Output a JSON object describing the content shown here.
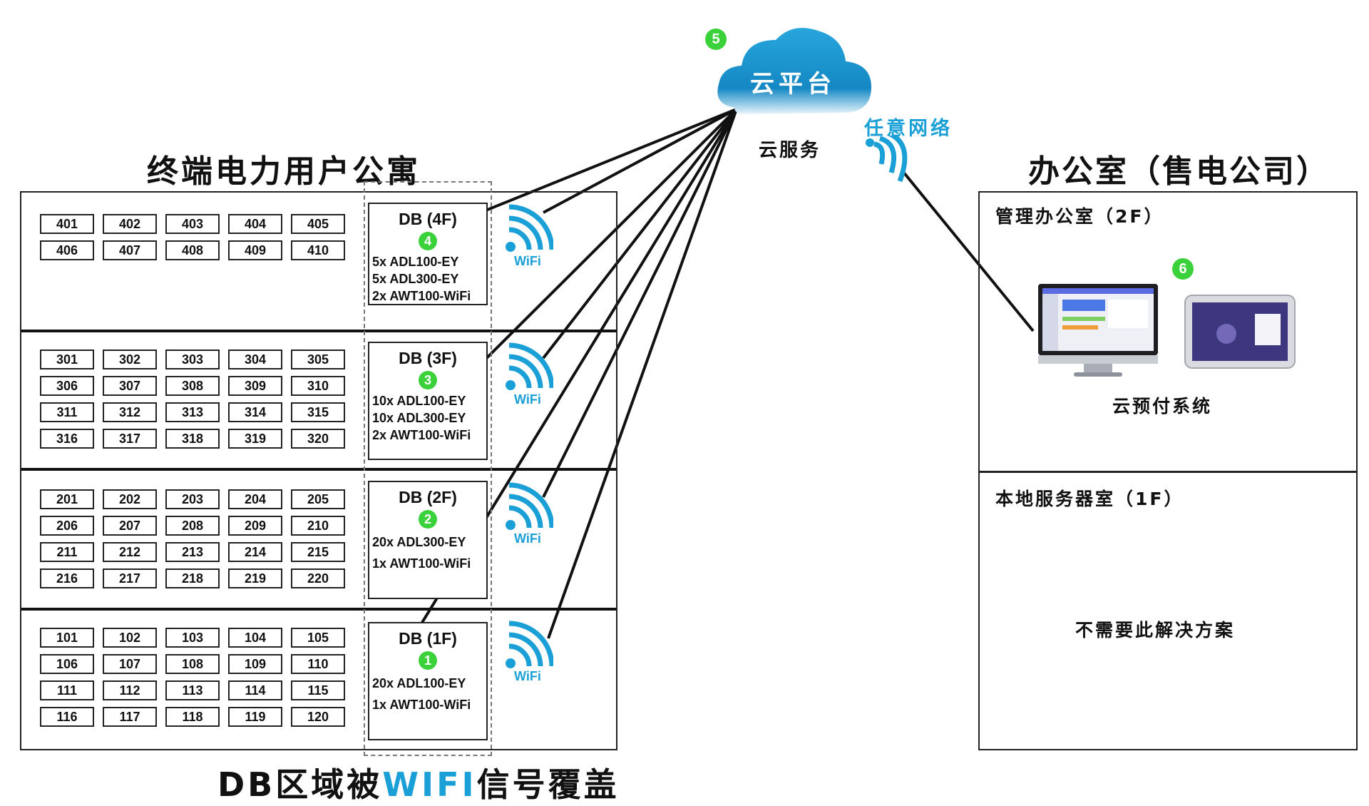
{
  "titles": {
    "building": "终端电力用户公寓",
    "office": "办公室（售电公司）",
    "footer_prefix": "DB区域被",
    "footer_highlight": "WIFI",
    "footer_suffix": "信号覆盖"
  },
  "cloud": {
    "label": "云平台",
    "service": "云服务",
    "badge": "5",
    "network": "任意网络"
  },
  "wifi_label": "WiFi",
  "floors": [
    {
      "name": "4F",
      "rooms": [
        "401",
        "402",
        "403",
        "404",
        "405",
        "406",
        "407",
        "408",
        "409",
        "410"
      ],
      "db": {
        "title": "DB (4F)",
        "badge": "4",
        "items": [
          "5x ADL100-EY",
          "5x ADL300-EY",
          "2x AWT100-WiFi"
        ]
      }
    },
    {
      "name": "3F",
      "rooms": [
        "301",
        "302",
        "303",
        "304",
        "305",
        "306",
        "307",
        "308",
        "309",
        "310",
        "311",
        "312",
        "313",
        "314",
        "315",
        "316",
        "317",
        "318",
        "319",
        "320"
      ],
      "db": {
        "title": "DB (3F)",
        "badge": "3",
        "items": [
          "10x ADL100-EY",
          "10x ADL300-EY",
          "2x AWT100-WiFi"
        ]
      }
    },
    {
      "name": "2F",
      "rooms": [
        "201",
        "202",
        "203",
        "204",
        "205",
        "206",
        "207",
        "208",
        "209",
        "210",
        "211",
        "212",
        "213",
        "214",
        "215",
        "216",
        "217",
        "218",
        "219",
        "220"
      ],
      "db": {
        "title": "DB (2F)",
        "badge": "2",
        "items": [
          "20x ADL300-EY",
          "1x AWT100-WiFi"
        ]
      }
    },
    {
      "name": "1F",
      "rooms": [
        "101",
        "102",
        "103",
        "104",
        "105",
        "106",
        "107",
        "108",
        "109",
        "110",
        "111",
        "112",
        "113",
        "114",
        "115",
        "116",
        "117",
        "118",
        "119",
        "120"
      ],
      "db": {
        "title": "DB (1F)",
        "badge": "1",
        "items": [
          "20x ADL100-EY",
          "1x AWT100-WiFi"
        ]
      }
    }
  ],
  "office": {
    "upper_title": "管理办公室（2F）",
    "upper_badge": "6",
    "system_label": "云预付系统",
    "lower_title": "本地服务器室（1F）",
    "lower_note": "不需要此解决方案"
  },
  "colors": {
    "accent": "#1a9fd6",
    "badge": "#3bd13b",
    "line": "#111111"
  },
  "icons": {
    "wifi": "wifi-icon",
    "cloud": "cloud-icon",
    "monitor": "monitor-icon",
    "tablet": "tablet-icon"
  }
}
